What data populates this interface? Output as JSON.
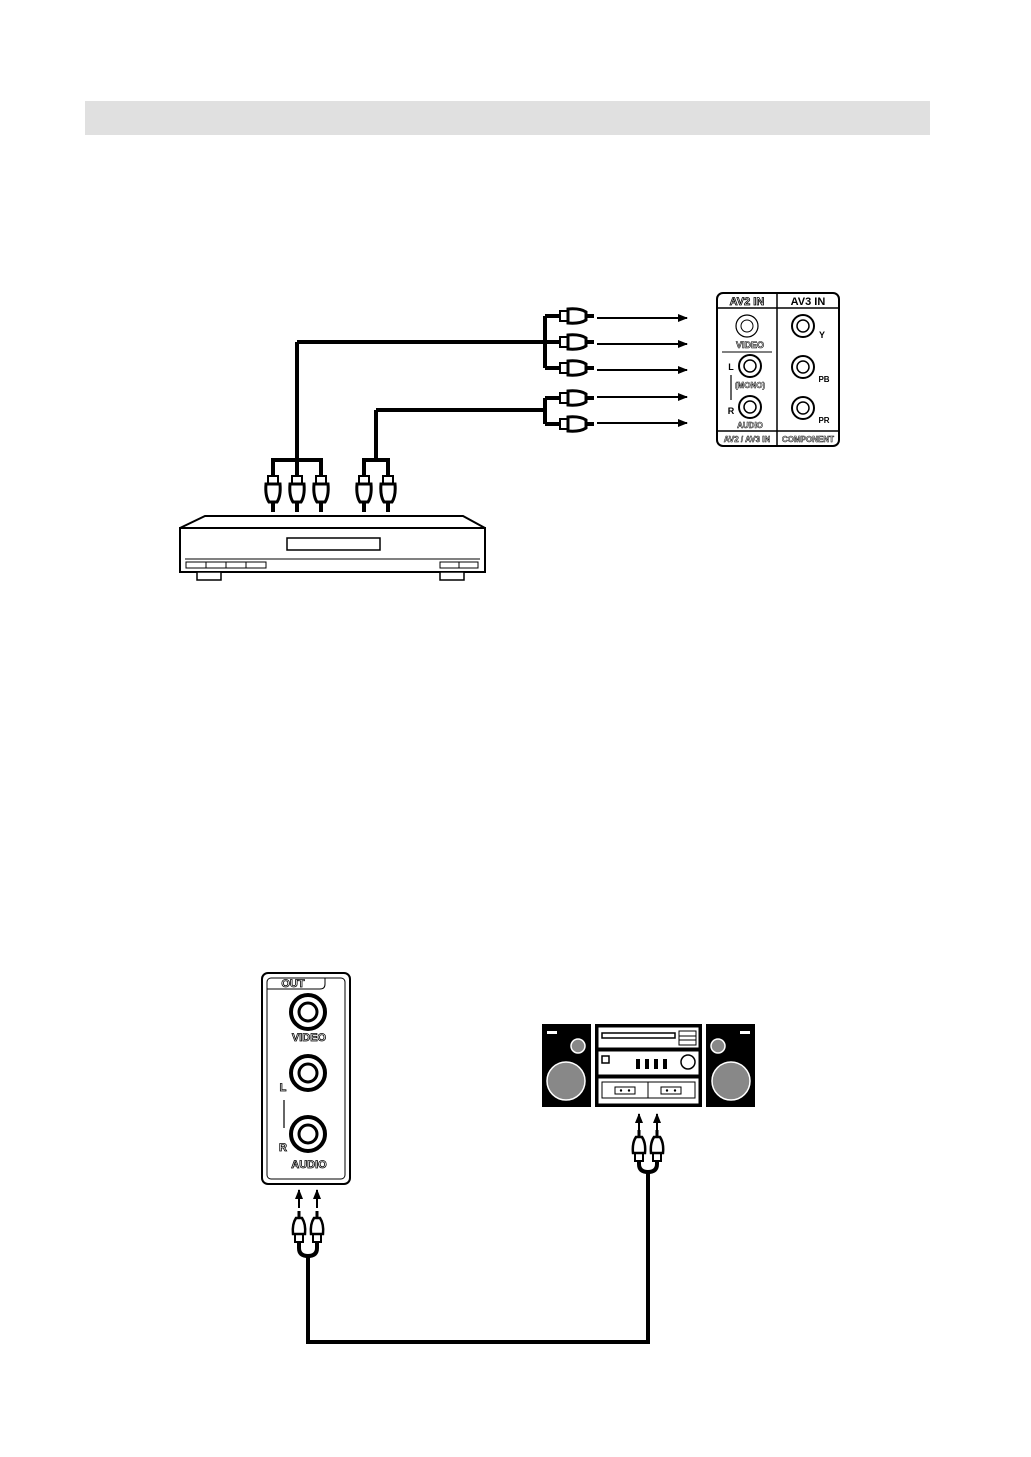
{
  "colors": {
    "ink": "#000000",
    "paper": "#ffffff",
    "header_bar": "#e0e0e0",
    "speaker_cone": "#888888"
  },
  "tv_panel": {
    "av2_header": "AV2 IN",
    "av3_header": "AV3 IN",
    "video_label": "VIDEO",
    "left_label": "L",
    "mono_label": "(MONO)",
    "right_label": "R",
    "audio_label": "AUDIO",
    "av2_footer": "AV2 / AV3 IN",
    "component_footer": "COMPONENT",
    "y_label": "Y",
    "pb_label": "PB",
    "pr_label": "PR"
  },
  "out_panel": {
    "header": "OUT",
    "video_label": "VIDEO",
    "left_label": "L",
    "right_label": "R",
    "audio_label": "AUDIO"
  },
  "icons": {
    "dvd_player": "dvd-player-icon",
    "stereo_system": "stereo-system-icon",
    "rca_plug": "rca-plug-icon",
    "arrow": "arrow-icon"
  }
}
